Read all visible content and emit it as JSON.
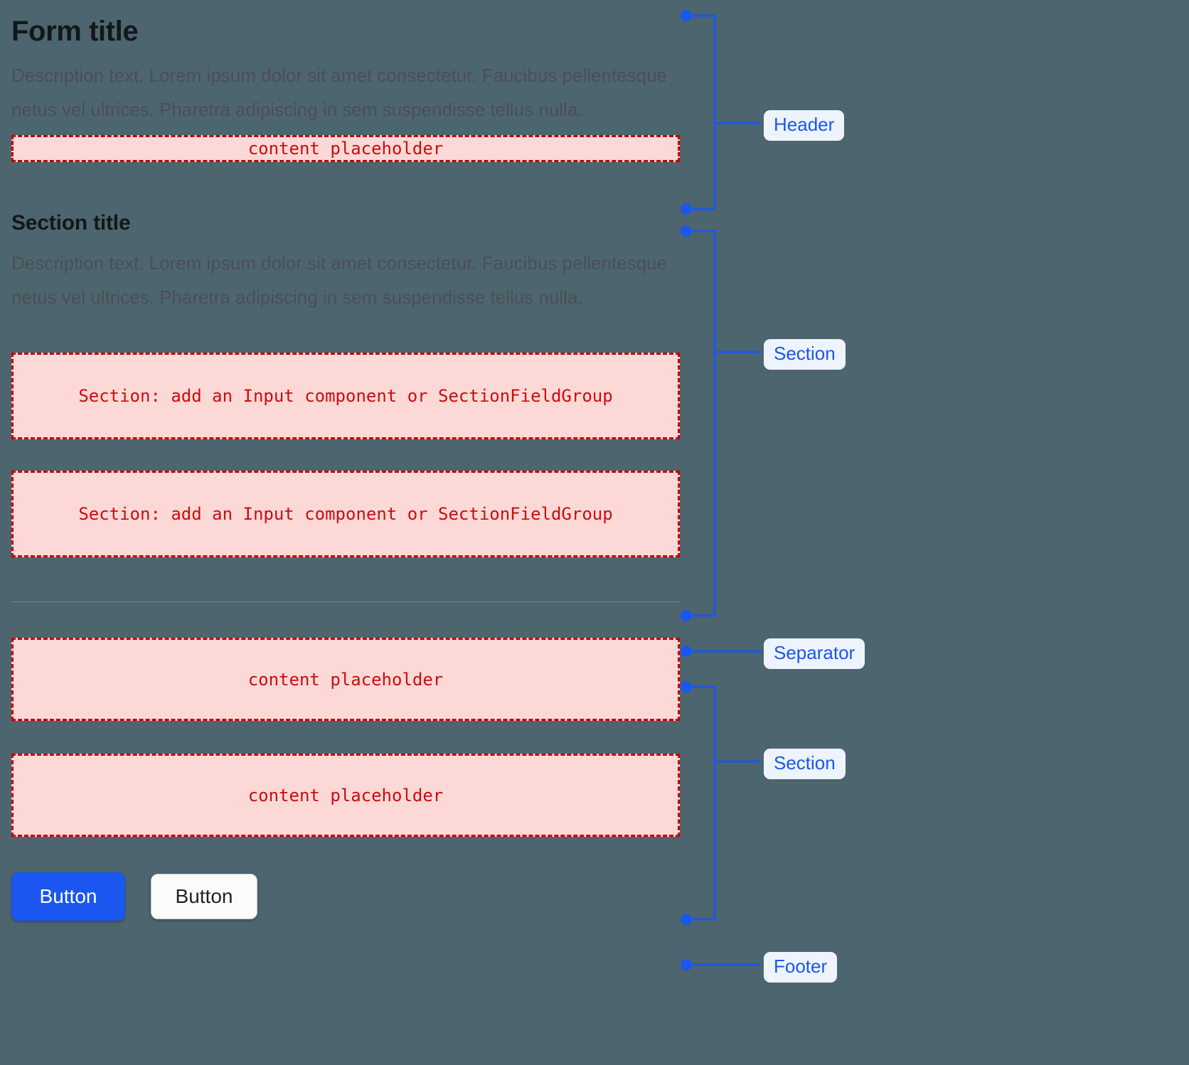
{
  "meta": {
    "background_color": "#4d656e",
    "accent_color": "#1a56ef",
    "placeholder_border_color": "#c40000",
    "placeholder_fill_color": "#fcd9d7",
    "placeholder_text_color": "#cc0c0c"
  },
  "header": {
    "title": "Form title",
    "description": "Description text. Lorem ipsum dolor sit amet consectetur. Faucibus pellentesque netus vel ultrices. Pharetra adipiscing in sem suspendisse tellus nulla.",
    "placeholder": "content placeholder"
  },
  "section_one": {
    "title": "Section title",
    "description": "Description text. Lorem ipsum dolor sit amet consectetur. Faucibus pellentesque netus vel ultrices. Pharetra adipiscing in sem suspendisse tellus nulla.",
    "placeholders": [
      "Section: add an Input component or SectionFieldGroup",
      "Section: add an Input component or SectionFieldGroup"
    ]
  },
  "separator": {
    "label": "Separator"
  },
  "section_two": {
    "placeholders": [
      "content placeholder",
      "content placeholder"
    ]
  },
  "footer": {
    "primary_button": "Button",
    "secondary_button": "Button"
  },
  "annotations": [
    {
      "label": "Header"
    },
    {
      "label": "Section"
    },
    {
      "label": "Separator"
    },
    {
      "label": "Section"
    },
    {
      "label": "Footer"
    }
  ]
}
